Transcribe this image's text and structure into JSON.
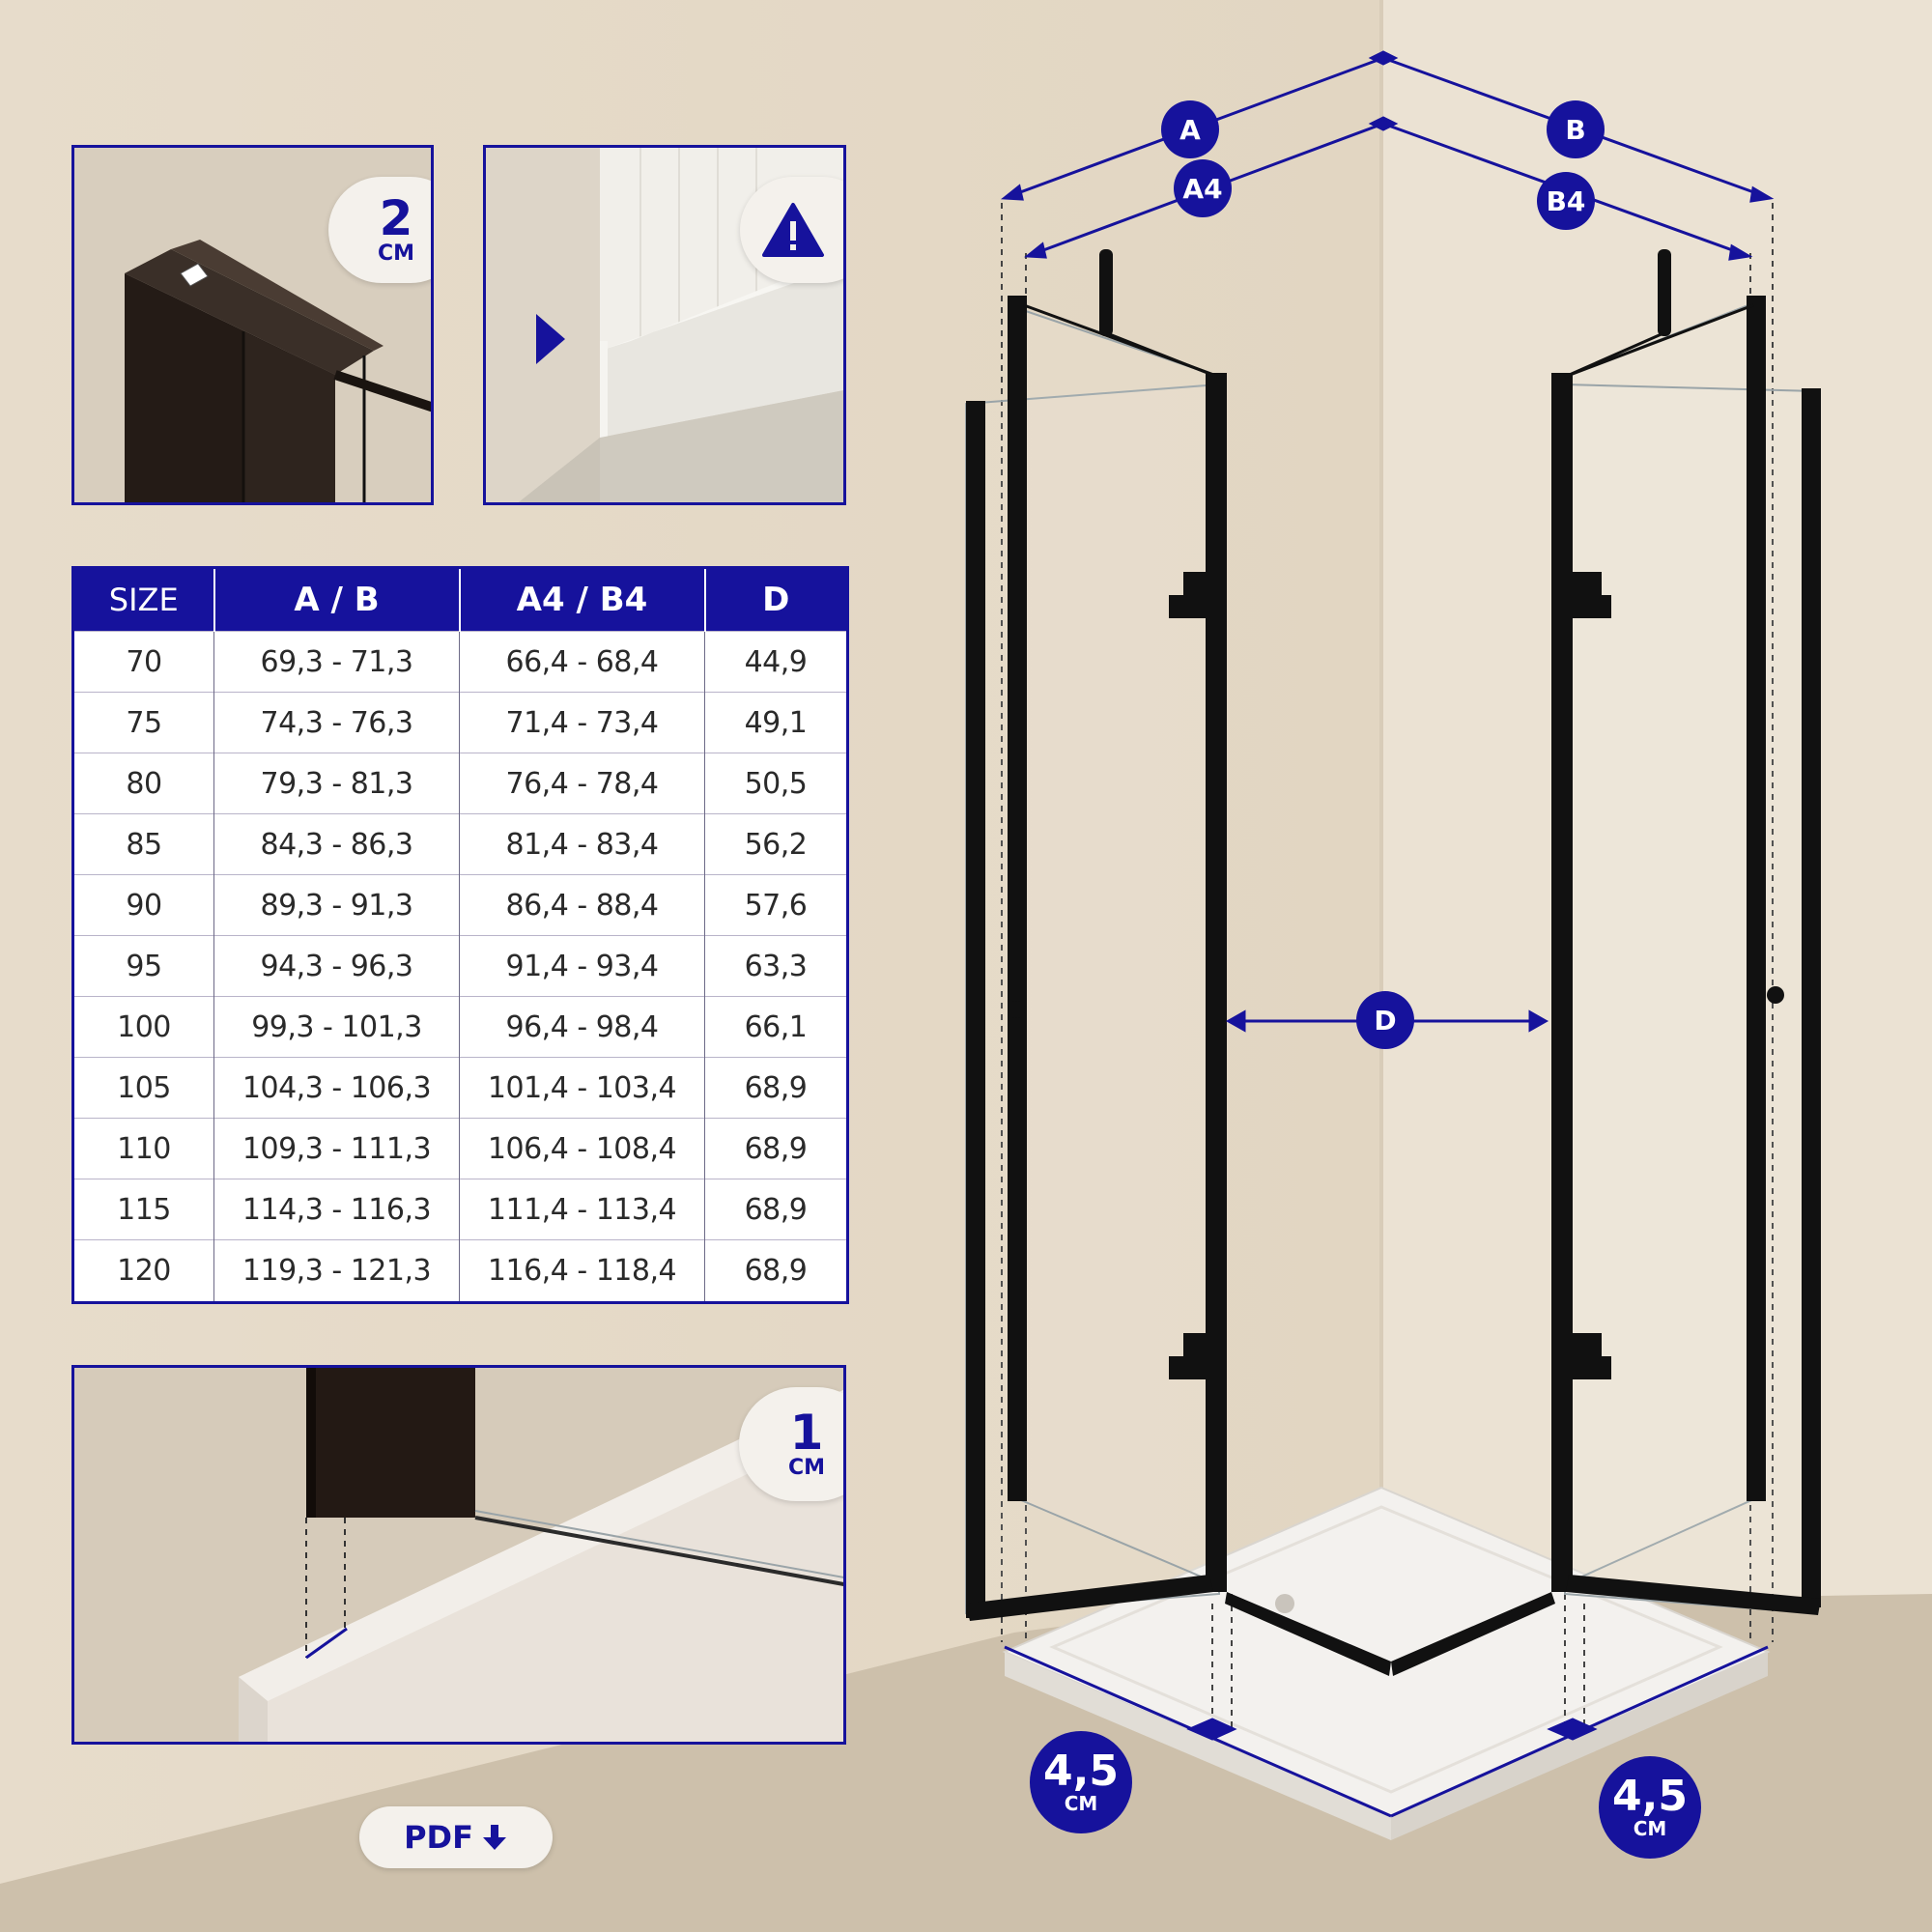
{
  "badges": {
    "profile_value": "2",
    "profile_unit": "CM",
    "tray_value": "1",
    "tray_unit": "CM"
  },
  "table": {
    "headers": [
      "SIZE",
      "A / B",
      "A4 / B4",
      "D"
    ],
    "rows": [
      [
        "70",
        "69,3 - 71,3",
        "66,4 - 68,4",
        "44,9"
      ],
      [
        "75",
        "74,3 - 76,3",
        "71,4 - 73,4",
        "49,1"
      ],
      [
        "80",
        "79,3 - 81,3",
        "76,4 - 78,4",
        "50,5"
      ],
      [
        "85",
        "84,3 - 86,3",
        "81,4 - 83,4",
        "56,2"
      ],
      [
        "90",
        "89,3 - 91,3",
        "86,4 - 88,4",
        "57,6"
      ],
      [
        "95",
        "94,3 - 96,3",
        "91,4 - 93,4",
        "63,3"
      ],
      [
        "100",
        "99,3 - 101,3",
        "96,4 - 98,4",
        "66,1"
      ],
      [
        "105",
        "104,3 - 106,3",
        "101,4 - 103,4",
        "68,9"
      ],
      [
        "110",
        "109,3 - 111,3",
        "106,4 - 108,4",
        "68,9"
      ],
      [
        "115",
        "114,3 - 116,3",
        "111,4 - 113,4",
        "68,9"
      ],
      [
        "120",
        "119,3 - 121,3",
        "116,4 - 118,4",
        "68,9"
      ]
    ]
  },
  "dimensions": {
    "a": "A",
    "b": "B",
    "a4": "A4",
    "b4": "B4",
    "d": "D",
    "left_gap_value": "4,5",
    "left_gap_unit": "CM",
    "right_gap_value": "4,5",
    "right_gap_unit": "CM"
  },
  "pdf_button": {
    "label": "PDF"
  },
  "icons": {
    "warning": "warning-triangle-icon",
    "play": "play-marker-icon",
    "download": "download-arrow-icon",
    "bubble_level": "bubble-level-icon"
  },
  "colors": {
    "accent": "#16129c",
    "wall": "#e4d9c6",
    "frame": "#111111",
    "badge_bg": "#f4f1ec"
  }
}
